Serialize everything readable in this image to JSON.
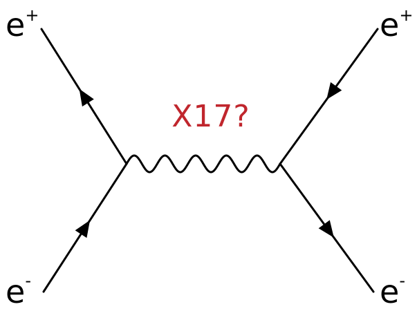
{
  "labels": {
    "top_left": {
      "base": "e",
      "sup": "+"
    },
    "top_right": {
      "base": "e",
      "sup": "+"
    },
    "bottom_left": {
      "base": "e",
      "sup": "-"
    },
    "bottom_right": {
      "base": "e",
      "sup": "-"
    }
  },
  "mediator": {
    "label": "X17?"
  },
  "colors": {
    "line": "#000000",
    "mediator_label": "#c0262d",
    "background": "#ffffff"
  }
}
